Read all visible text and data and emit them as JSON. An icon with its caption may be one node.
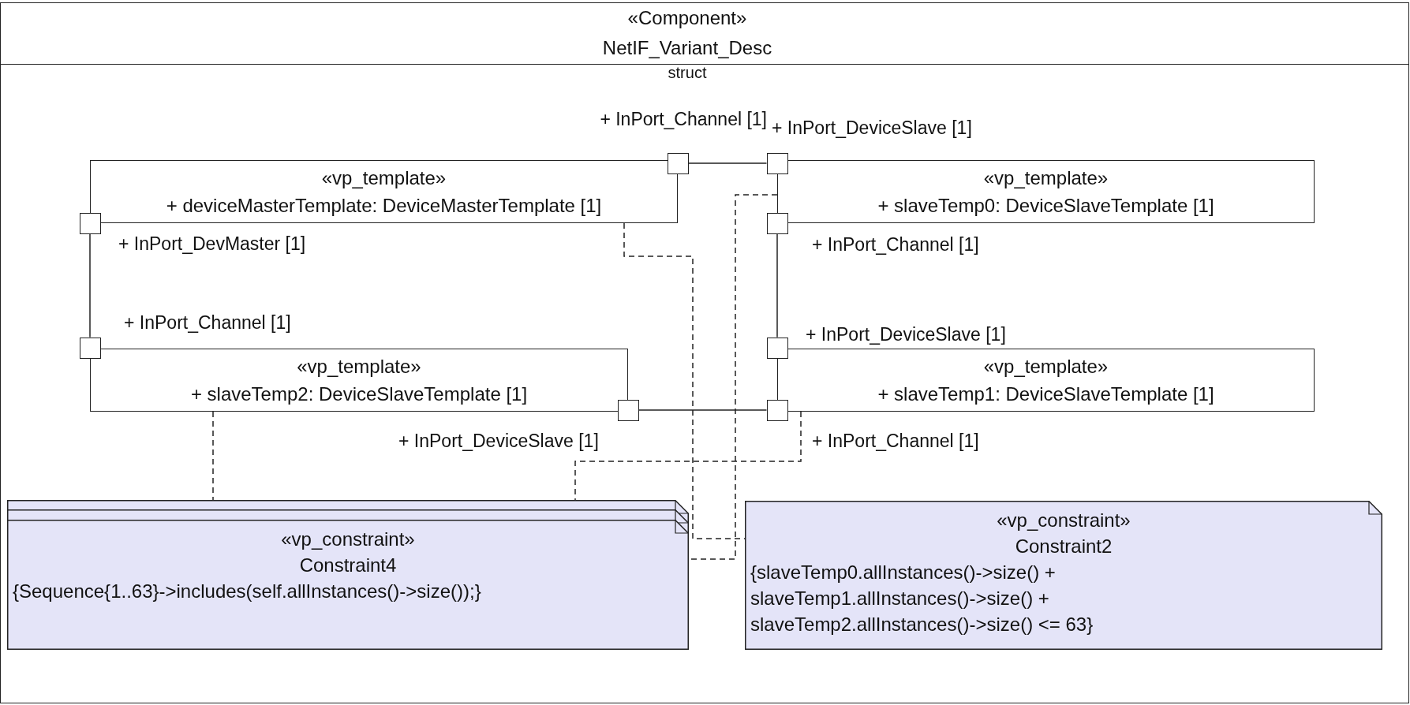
{
  "diagram": {
    "nodes": [
      {
        "text": [
          "«Component»",
          "NetIF_Variant_Desc",
          "struct"
        ]
      },
      {
        "text": [
          "«vp_template»",
          "+ deviceMasterTemplate: DeviceMasterTemplate [1]"
        ],
        "in": 0
      },
      {
        "text": [
          "«vp_template»",
          "+ slaveTemp0: DeviceSlaveTemplate [1]"
        ],
        "in": 0
      },
      {
        "text": [
          "«vp_template»",
          "+ slaveTemp2: DeviceSlaveTemplate [1]"
        ],
        "in": 0
      },
      {
        "text": [
          "«vp_template»",
          "+ slaveTemp1: DeviceSlaveTemplate [1]"
        ],
        "in": 0
      },
      {
        "text": [],
        "shape": "box",
        "beside": [
          "+ InPort_Channel [1]"
        ],
        "in": 0
      },
      {
        "text": [],
        "shape": "box",
        "beside": [
          "+ InPort_DevMaster [1]"
        ],
        "in": 0
      },
      {
        "text": [],
        "shape": "box",
        "beside": [
          "+ InPort_DeviceSlave [1]"
        ],
        "in": 0
      },
      {
        "text": [],
        "shape": "box",
        "in": 0
      },
      {
        "text": [],
        "shape": "box",
        "beside": [
          "+ InPort_Channel [1]"
        ],
        "in": 0
      },
      {
        "text": [],
        "shape": "box",
        "beside": [
          "+ InPort_DeviceSlave [1]"
        ],
        "in": 0
      },
      {
        "text": [],
        "shape": "box",
        "in": 0
      },
      {
        "text": [],
        "shape": "box",
        "beside": [
          "+ InPort_Channel [1]"
        ],
        "in": 0
      },
      {
        "text": [
          "«vp_constraint»",
          "Constraint4",
          "{Sequence{1..63}->includes(self.allInstances()->size());}"
        ],
        "in": 0
      },
      {
        "text": [
          "«vp_constraint»",
          "Constraint2",
          "{slaveTemp0.allInstances()->size() + slaveTemp1.allInstances()->size() + slaveTemp2.allInstances()->size() <= 63}"
        ],
        "in": 0
      }
    ],
    "edges": [
      {
        "from": 5,
        "to": 7,
        "arrow": "none"
      },
      {
        "from": 8,
        "to": 11,
        "arrow": "none"
      },
      {
        "from": 10,
        "to": 12,
        "arrow": "none"
      },
      {
        "from": 6,
        "to": 9,
        "arrow": "none"
      },
      {
        "from": 1,
        "to": 14,
        "arrow": "none",
        "style": "dashed"
      },
      {
        "from": 2,
        "to": 13,
        "arrow": "none",
        "style": "dashed"
      },
      {
        "from": 3,
        "to": 13,
        "arrow": "none",
        "style": "dashed"
      },
      {
        "from": 4,
        "to": 13,
        "arrow": "none",
        "style": "dashed"
      }
    ],
    "labels": [
      "+ InPort_Channel [1]",
      "+ InPort_DeviceSlave [1]"
    ]
  }
}
